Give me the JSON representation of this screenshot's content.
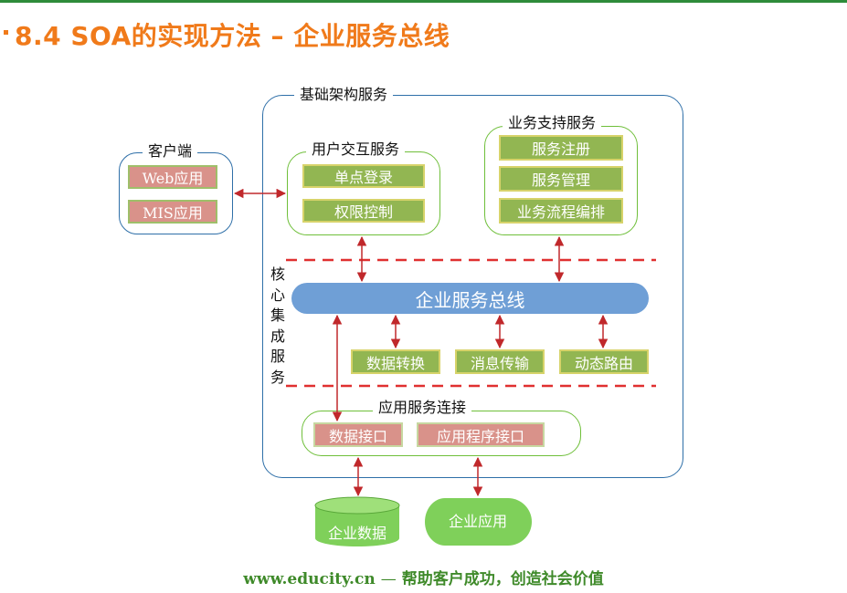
{
  "title": "8.4  SOA的实现方法 – 企业服务总线",
  "infra": {
    "label": "基础架构服务"
  },
  "client": {
    "label": "客户端",
    "items": [
      "Web应用",
      "MIS应用"
    ]
  },
  "user_interaction": {
    "label": "用户交互服务",
    "items": [
      "单点登录",
      "权限控制"
    ]
  },
  "business_support": {
    "label": "业务支持服务",
    "items": [
      "服务注册",
      "服务管理",
      "业务流程编排"
    ]
  },
  "core": {
    "label": "核心集成服务",
    "bus": "企业服务总线",
    "items": [
      "数据转换",
      "消息传输",
      "动态路由"
    ]
  },
  "app_connect": {
    "label": "应用服务连接",
    "items": [
      "数据接口",
      "应用程序接口"
    ]
  },
  "enterprise": {
    "data": "企业数据",
    "app": "企业应用"
  },
  "footer": {
    "url": "www.educity.cn",
    "dash": "—",
    "slogan": "帮助客户成功，创造社会价值"
  },
  "colors": {
    "accent": "#f07a1a",
    "bus": "#6f9fd6",
    "green_box": "#92b652",
    "pink_box": "#d9928a",
    "arrow": "#c0282b",
    "frame": "#2e6fa8",
    "green_frame": "#6fbf3a"
  }
}
